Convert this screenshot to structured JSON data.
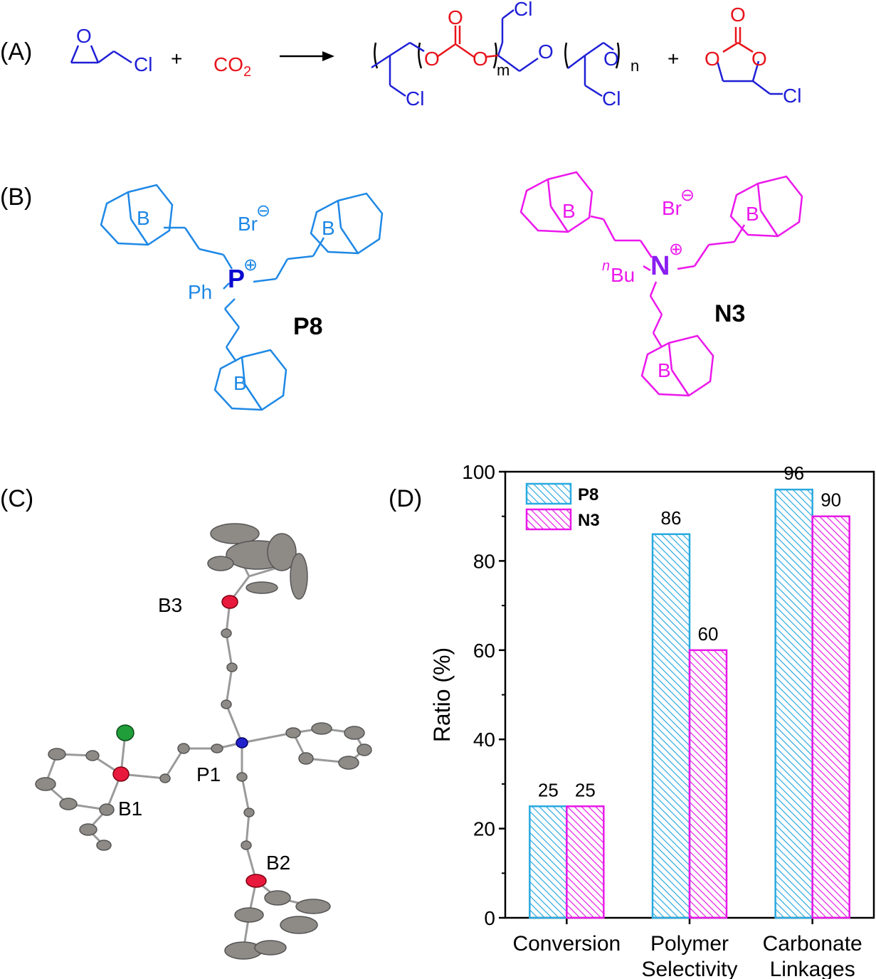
{
  "panels": {
    "a": "(A)",
    "b": "(B)",
    "c": "(C)",
    "d": "(D)"
  },
  "scheme_a": {
    "reactant_atoms": [
      "O",
      "Cl"
    ],
    "plus": "+",
    "co2_main": "CO",
    "co2_sub": "2",
    "polymer_atoms": [
      "O",
      "O",
      "O",
      "O",
      "O",
      "Cl",
      "Cl",
      "Cl"
    ],
    "subscript_m": "m",
    "subscript_n": "n",
    "cyclic_atoms": [
      "O",
      "O",
      "O",
      "Cl"
    ],
    "colors": {
      "reactant": "#1f1fd6",
      "co2": "#e8131b",
      "black": "#000000"
    }
  },
  "scheme_b": {
    "p8": {
      "label": "P8",
      "center": "P",
      "charge": "⊕",
      "anion": "Br",
      "anion_charge": "⊖",
      "substituent": "Ph",
      "boron": "B",
      "color": "#1e88e5",
      "center_color": "#0a0ad0"
    },
    "n3": {
      "label": "N3",
      "center": "N",
      "charge": "⊕",
      "anion": "Br",
      "anion_charge": "⊖",
      "substituent_prefix": "n",
      "substituent": "Bu",
      "boron": "B",
      "color": "#ec18ec",
      "center_color": "#8a1ef0"
    }
  },
  "crystal_c": {
    "atom_labels": [
      "B3",
      "P1",
      "B1",
      "B2"
    ]
  },
  "chart_data": {
    "type": "bar",
    "categories": [
      [
        "Conversion"
      ],
      [
        "Polymer",
        "Selectivity"
      ],
      [
        "Carbonate",
        "Linkages"
      ]
    ],
    "series": [
      {
        "name": "P8",
        "values": [
          25,
          86,
          96
        ],
        "color": "#29a9e0"
      },
      {
        "name": "N3",
        "values": [
          25,
          60,
          90
        ],
        "color": "#e818e8"
      }
    ],
    "ylabel": "Ratio (%)",
    "ylim": [
      0,
      100
    ],
    "yticks": [
      0,
      20,
      40,
      60,
      80,
      100
    ],
    "legend_position": "top-left",
    "grid": false
  }
}
